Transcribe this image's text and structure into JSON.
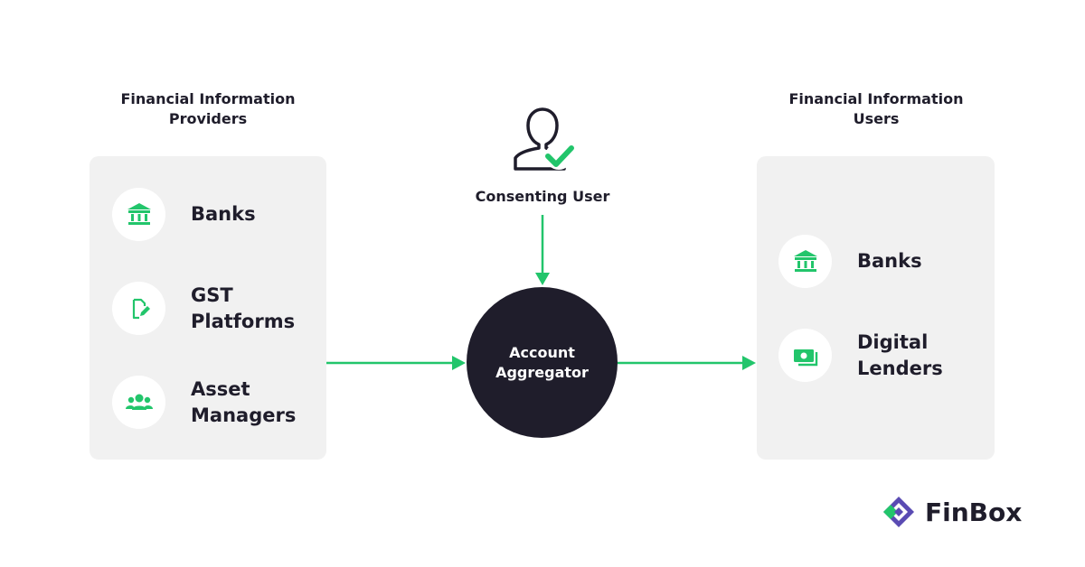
{
  "colors": {
    "accent": "#22c56b",
    "dark": "#1f1d2b",
    "panel": "#f1f1f1",
    "brand_purple": "#5a4bb3"
  },
  "providers": {
    "heading": "Financial Information\nProviders",
    "items": [
      {
        "label": "Banks",
        "icon": "bank-icon"
      },
      {
        "label": "GST\nPlatforms",
        "icon": "document-edit-icon"
      },
      {
        "label": "Asset\nManagers",
        "icon": "people-group-icon"
      }
    ]
  },
  "users": {
    "heading": "Financial Information\nUsers",
    "items": [
      {
        "label": "Banks",
        "icon": "bank-icon"
      },
      {
        "label": "Digital\nLenders",
        "icon": "cash-icon"
      }
    ]
  },
  "consenting_user": {
    "label": "Consenting User",
    "icon": "user-check-icon"
  },
  "aggregator": {
    "label": "Account\nAggregator"
  },
  "brand": {
    "name": "FinBox",
    "icon": "finbox-logo-icon"
  }
}
